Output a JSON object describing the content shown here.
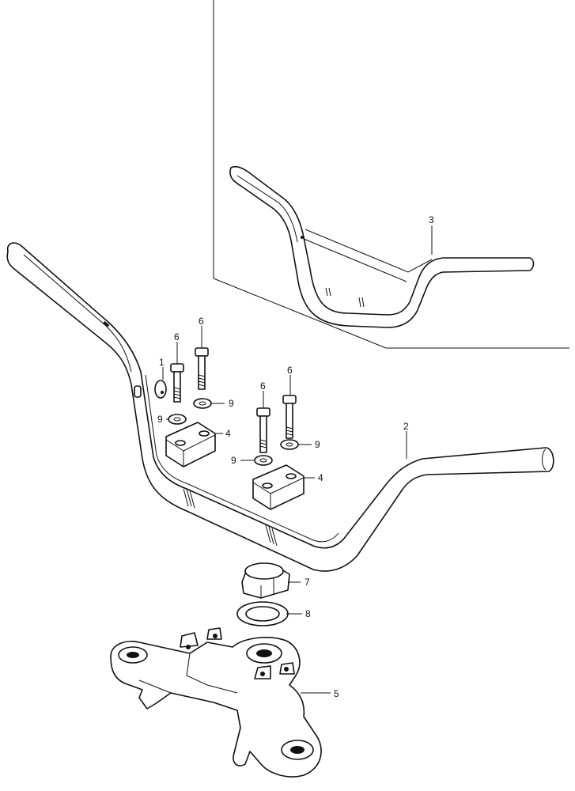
{
  "callouts": {
    "c1": "1",
    "c2": "2",
    "c3": "3",
    "c4a": "4",
    "c4b": "4",
    "c5": "5",
    "c6a": "6",
    "c6b": "6",
    "c6c": "6",
    "c6d": "6",
    "c7": "7",
    "c8": "8",
    "c9a": "9",
    "c9b": "9",
    "c9c": "9",
    "c9d": "9"
  }
}
